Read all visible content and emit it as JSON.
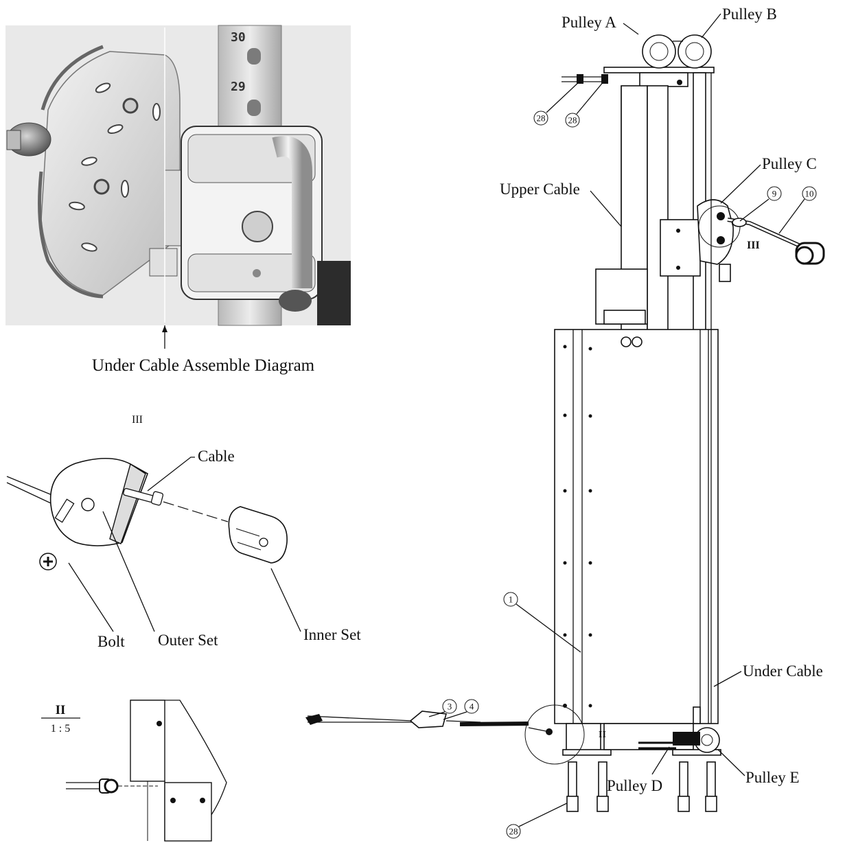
{
  "photo": {
    "scale_top": "30",
    "scale_bottom": "29",
    "caption": "Under Cable Assemble Diagram"
  },
  "detail_iii": {
    "title": "III",
    "labels": {
      "cable": "Cable",
      "bolt": "Bolt",
      "outer_set": "Outer Set",
      "inner_set": "Inner Set"
    }
  },
  "detail_ii": {
    "title": "II",
    "scale": "1 : 5"
  },
  "main": {
    "labels": {
      "pulley_a": "Pulley A",
      "pulley_b": "Pulley B",
      "pulley_c": "Pulley C",
      "pulley_d": "Pulley D",
      "pulley_e": "Pulley E",
      "upper_cable": "Upper Cable",
      "under_cable": "Under Cable",
      "detail_ref_iii": "III",
      "detail_ref_ii": "II"
    },
    "callouts": {
      "c28_left": "28",
      "c28_right": "28",
      "c9": "9",
      "c10": "10",
      "c1": "1",
      "c3": "3",
      "c4": "4",
      "c28_bottom": "28"
    }
  }
}
